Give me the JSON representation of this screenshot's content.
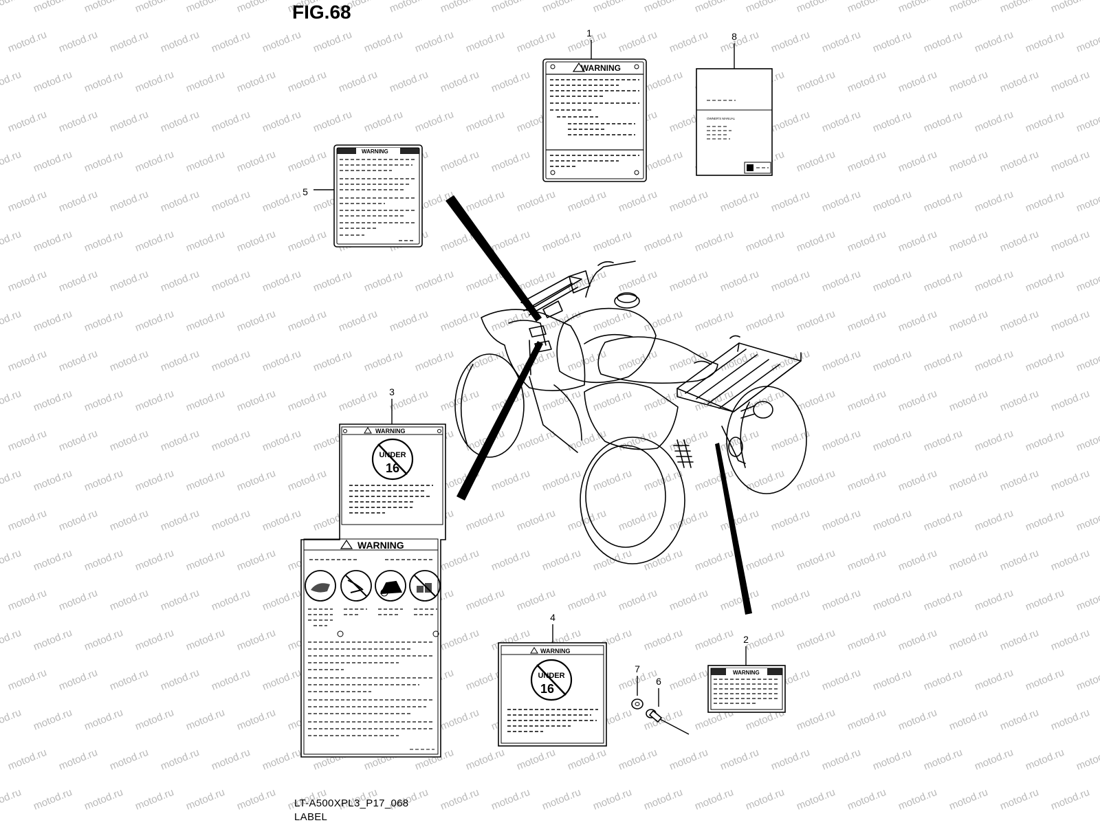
{
  "figure": {
    "title": "FIG.68"
  },
  "footer": {
    "code": "LT-A500XPL3_P17_068",
    "caption": "LABEL"
  },
  "watermark": {
    "text": "motod.ru",
    "color": "#b8b8b8"
  },
  "callouts": [
    "1",
    "2",
    "3",
    "4",
    "5",
    "6",
    "7",
    "8"
  ],
  "labels": {
    "warning": "WARNING",
    "under": "UNDER",
    "age": "16",
    "manual_title": "OWNER'S MANUAL"
  },
  "colors": {
    "ink": "#000000",
    "paper": "#ffffff"
  }
}
